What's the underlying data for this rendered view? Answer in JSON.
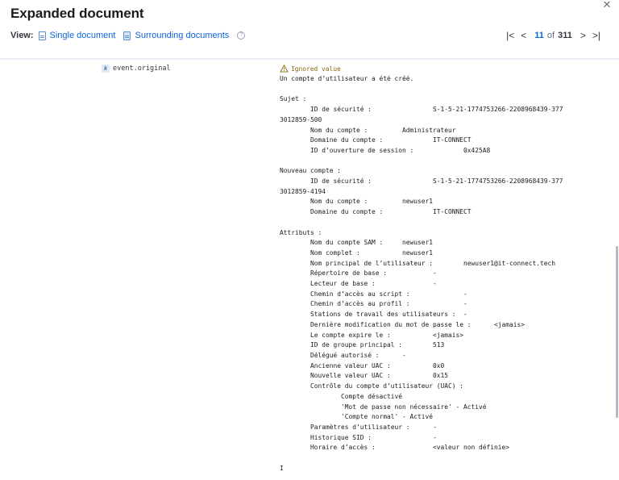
{
  "header": {
    "title": "Expanded document",
    "close_icon": "close-icon",
    "view_label": "View:",
    "view_single": "Single document",
    "view_surrounding": "Surrounding documents",
    "help_icon": "question-circle-icon"
  },
  "pager": {
    "first_icon": "first-page-icon",
    "prev_icon": "prev-page-icon",
    "current": "11",
    "of_label": "of",
    "total": "311",
    "next_icon": "next-page-icon",
    "last_icon": "last-page-icon"
  },
  "field": {
    "type_badge": "k",
    "name": "event.original",
    "ignored_label": "Ignored value",
    "value": "Un compte d’utilisateur a été créé.\n\nSujet :\n\tID de sécurité :\t\tS-1-5-21-1774753266-2208968439-377\n3012859-500\n\tNom du compte :\t\tAdministrateur\n\tDomaine du compte :\t\tIT-CONNECT\n\tID d’ouverture de session :\t\t0x425A8\n\nNouveau compte :\n\tID de sécurité :\t\tS-1-5-21-1774753266-2208968439-377\n3012859-4194\n\tNom du compte :\t\tnewuser1\n\tDomaine du compte :\t\tIT-CONNECT\n\nAttributs :\n\tNom du compte SAM :\tnewuser1\n\tNom complet :\t\tnewuser1\n\tNom principal de l’utilisateur :\tnewuser1@it-connect.tech\n\tRépertoire de base :\t\t-\n\tLecteur de base :\t\t-\n\tChemin d’accès au script :\t\t-\n\tChemin d’accès au profil :\t\t-\n\tStations de travail des utilisateurs :\t-\n\tDernière modification du mot de passe le :\t<jamais>\n\tLe compte expire le :\t\t<jamais>\n\tID de groupe principal :\t513\n\tDélégué autorisé :\t-\n\tAncienne valeur UAC :\t\t0x0\n\tNouvelle valeur UAC :\t\t0x15\n\tContrôle du compte d’utilisateur (UAC) :\n\t\tCompte désactivé\n\t\t'Mot de passe non nécessaire' - Activé\n\t\t'Compte normal' - Activé\n\tParamètres d’utilisateur :\t-\n\tHistorique SID :\t\t-\n\tHoraire d’accès :\t\t<valeur non définie>\n\nI"
  }
}
